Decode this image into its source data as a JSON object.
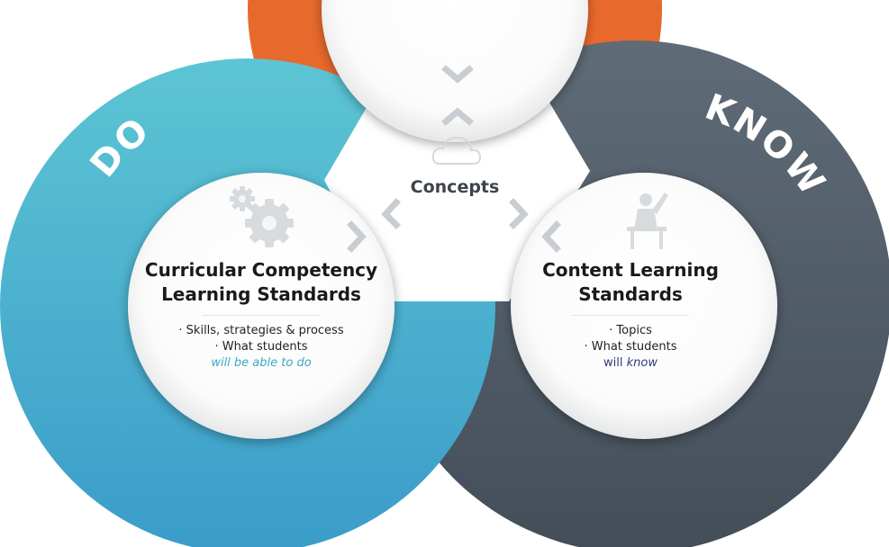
{
  "ring_do": {
    "label": "DO",
    "color": "#4db6cf"
  },
  "ring_know": {
    "label": "KNOW",
    "color": "#505c68"
  },
  "ring_concepts": {
    "color": "#e8692c"
  },
  "concepts": {
    "label": "Concepts",
    "icon": "cloud-icon"
  },
  "curricular": {
    "title_line1": "Curricular Competency",
    "title_line2": "Learning Standards",
    "bullet1": "· Skills, strategies & process",
    "bullet2": "· What students",
    "emphasis": "will be able to do",
    "icon": "gears-icon"
  },
  "content": {
    "title_line1": "Content Learning",
    "title_line2": "Standards",
    "bullet1": "· Topics",
    "bullet2": "· What students",
    "emphasis_prefix": "will ",
    "emphasis": "know",
    "icon": "student-at-desk-icon"
  }
}
